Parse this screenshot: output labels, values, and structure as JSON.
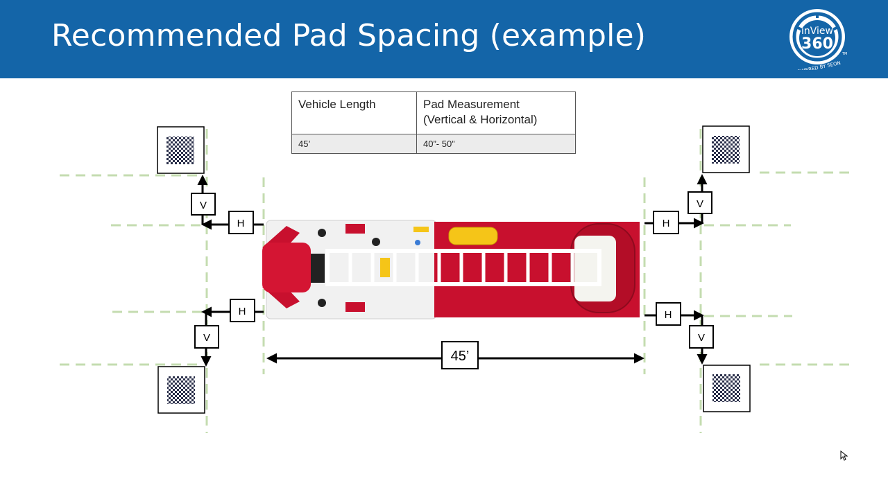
{
  "header": {
    "title": "Recommended Pad Spacing (example)",
    "background_color": "#1465a8"
  },
  "logo": {
    "text_main": "inView",
    "text_number": "360",
    "tagline": "POWERED BY SEON",
    "trademark": "TM"
  },
  "spec_table": {
    "headers": [
      "Vehicle Length",
      "Pad Measurement (Vertical & Horizontal)"
    ],
    "header_line1": "Pad Measurement",
    "header_line2": "(Vertical & Horizontal)",
    "rows": [
      [
        "45’",
        "40”- 50”"
      ]
    ]
  },
  "diagram": {
    "vertical_label": "V",
    "horizontal_label": "H",
    "vehicle_length_label": "45’",
    "guide_color": "#c4dcb0",
    "vehicle_body_color": "#c8102e"
  }
}
